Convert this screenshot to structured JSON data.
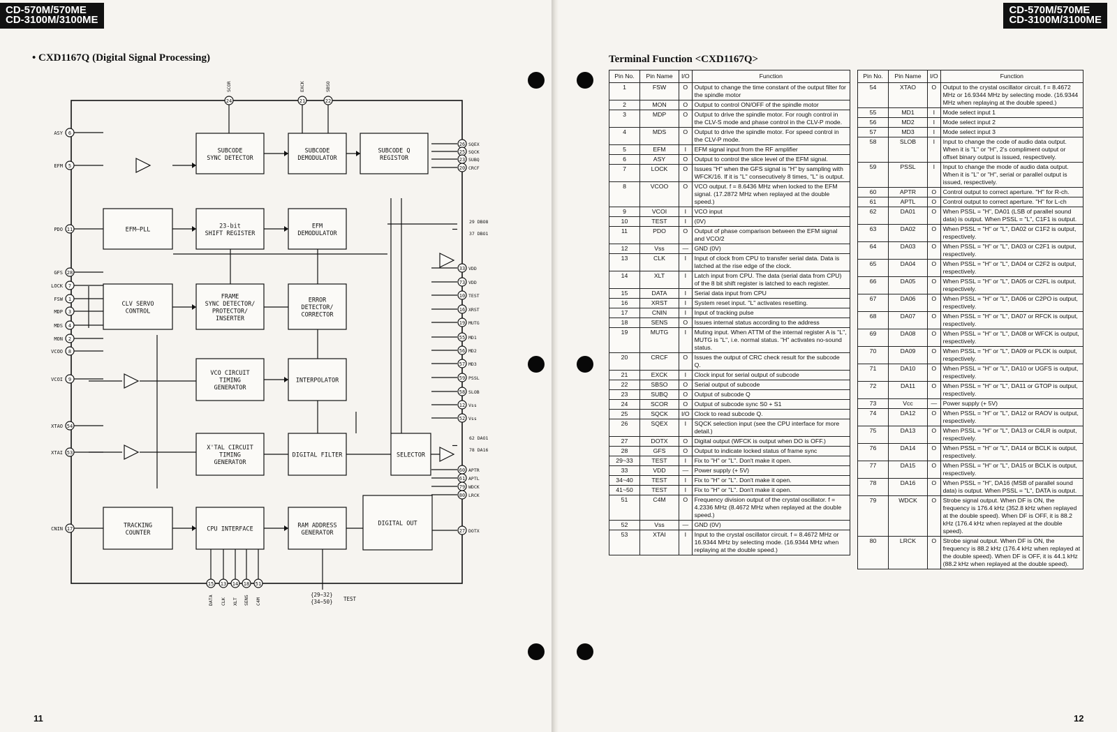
{
  "header": {
    "model_line1": "CD-570M/570ME",
    "model_line2": "CD-3100M/3100ME"
  },
  "left_page": {
    "title": "• CXD1167Q (Digital Signal Processing)",
    "page_number": "11",
    "blocks": {
      "subcode_sync": [
        "SUBCODE",
        "SYNC DETECTOR"
      ],
      "subcode_demod": [
        "SUBCODE",
        "DEMODULATOR"
      ],
      "subcode_q": [
        "SUBCODE Q",
        "REGISTOR"
      ],
      "efm_pll": [
        "EFM—PLL"
      ],
      "shift_reg": [
        "23-bit",
        "SHIFT REGISTER"
      ],
      "efm_demod": [
        "EFM",
        "DEMODULATOR"
      ],
      "clv_servo": [
        "CLV SERVO",
        "CONTROL"
      ],
      "frame_sync": [
        "FRAME",
        "SYNC DETECTOR/",
        "PROTECTOR/",
        "INSERTER"
      ],
      "error_det": [
        "ERROR",
        "DETECTOR/",
        "CORRECTOR"
      ],
      "vco_circuit": [
        "VCO CIRCUIT",
        "TIMING",
        "GENERATOR"
      ],
      "interpolator": [
        "INTERPOLATOR"
      ],
      "xtal_circuit": [
        "X'TAL CIRCUIT",
        "TIMING",
        "GENERATOR"
      ],
      "digital_filter": [
        "DIGITAL FILTER"
      ],
      "selector": [
        "SELECTOR"
      ],
      "tracking": [
        "TRACKING",
        "COUNTER"
      ],
      "cpu_interface": [
        "CPU INTERFACE"
      ],
      "ram_address": [
        "RAM ADDRESS",
        "GENERATOR"
      ],
      "digital_out": [
        "DIGITAL OUT"
      ]
    },
    "pins_left": [
      {
        "name": "ASY",
        "num": "6"
      },
      {
        "name": "EFM",
        "num": "5"
      },
      {
        "name": "PDO",
        "num": "11"
      },
      {
        "name": "GFS",
        "num": "28"
      },
      {
        "name": "LOCK",
        "num": "7"
      },
      {
        "name": "FSW",
        "num": "1"
      },
      {
        "name": "MDP",
        "num": "3"
      },
      {
        "name": "MDS",
        "num": "4"
      },
      {
        "name": "MON",
        "num": "2"
      },
      {
        "name": "VCOO",
        "num": "8"
      },
      {
        "name": "VCOI",
        "num": "9"
      },
      {
        "name": "XTAO",
        "num": "54"
      },
      {
        "name": "XTAI",
        "num": "53"
      },
      {
        "name": "CNIN",
        "num": "17"
      }
    ],
    "pins_right": [
      {
        "name": "SQEX",
        "num": "26"
      },
      {
        "name": "SQCK",
        "num": "25"
      },
      {
        "name": "SUBQ",
        "num": "23"
      },
      {
        "name": "CRCF",
        "num": "20"
      },
      {
        "name": "VDD",
        "num": "33"
      },
      {
        "name": "VDD",
        "num": "73"
      },
      {
        "name": "TEST",
        "num": "10"
      },
      {
        "name": "XRST",
        "num": "16"
      },
      {
        "name": "MUTG",
        "num": "19"
      },
      {
        "name": "MD1",
        "num": "55"
      },
      {
        "name": "MD2",
        "num": "56"
      },
      {
        "name": "MD3",
        "num": "57"
      },
      {
        "name": "PSSL",
        "num": "59"
      },
      {
        "name": "SLOB",
        "num": "58"
      },
      {
        "name": "Vss",
        "num": "12"
      },
      {
        "name": "Vss",
        "num": "52"
      },
      {
        "name": "APTR",
        "num": "60"
      },
      {
        "name": "APTL",
        "num": "61"
      },
      {
        "name": "WDCK",
        "num": "79"
      },
      {
        "name": "LRCK",
        "num": "80"
      },
      {
        "name": "DOTX",
        "num": "27"
      }
    ],
    "bus_labels": {
      "d0": [
        "29 DBO8",
        "37 DBO1"
      ],
      "da": [
        "62 DAO1",
        "78 DA16"
      ]
    },
    "pins_top": [
      {
        "name": "SCOR",
        "num": "24"
      },
      {
        "name": "EXCK",
        "num": "21"
      },
      {
        "name": "SBSO",
        "num": "22"
      }
    ],
    "pins_bottom": [
      {
        "name": "DATA",
        "num": "15"
      },
      {
        "name": "CLK",
        "num": "13"
      },
      {
        "name": "XLT",
        "num": "14"
      },
      {
        "name": "SENS",
        "num": "18"
      },
      {
        "name": "C4M",
        "num": "51"
      }
    ],
    "test_label": [
      "{29~32}",
      "{34~50}",
      "TEST"
    ]
  },
  "right_page": {
    "title": "Terminal Function <CXD1167Q>",
    "page_number": "12",
    "headers": [
      "Pin No.",
      "Pin Name",
      "I/O",
      "Function"
    ],
    "table_left": [
      [
        "1",
        "FSW",
        "O",
        "Output to change the time constant of the output filter for the spindle motor"
      ],
      [
        "2",
        "MON",
        "O",
        "Output to control ON/OFF of the spindle motor"
      ],
      [
        "3",
        "MDP",
        "O",
        "Output to drive the spindle motor. For rough control in the CLV-S mode and phase control in the CLV-P mode."
      ],
      [
        "4",
        "MDS",
        "O",
        "Output to drive the spindle motor. For speed control in the CLV-P mode."
      ],
      [
        "5",
        "EFM",
        "I",
        "EFM signal input from the RF amplifier"
      ],
      [
        "6",
        "ASY",
        "O",
        "Output to control the slice level of the EFM signal."
      ],
      [
        "7",
        "LOCK",
        "O",
        "Issues \"H\" when the GFS signal is \"H\" by sampling with WFCK/16. If it is \"L\" consecutively 8 times, \"L\" is output."
      ],
      [
        "8",
        "VCOO",
        "O",
        "VCO output. f = 8.6436 MHz when locked to the EFM signal. (17.2872 MHz when replayed at the double speed.)"
      ],
      [
        "9",
        "VCOI",
        "I",
        "VCO input"
      ],
      [
        "10",
        "TEST",
        "I",
        "(0V)"
      ],
      [
        "11",
        "PDO",
        "O",
        "Output of phase comparison between the EFM signal and VCO/2"
      ],
      [
        "12",
        "Vss",
        "—",
        "GND (0V)"
      ],
      [
        "13",
        "CLK",
        "I",
        "Input of clock from CPU to transfer serial data. Data is latched at the rise edge of the clock."
      ],
      [
        "14",
        "XLT",
        "I",
        "Latch input from CPU. The data (serial data from CPU) of the 8 bit shift register is latched to each register."
      ],
      [
        "15",
        "DATA",
        "I",
        "Serial data input from CPU"
      ],
      [
        "16",
        "XRST",
        "I",
        "System reset input. \"L\" activates resetting."
      ],
      [
        "17",
        "CNIN",
        "I",
        "Input of tracking pulse"
      ],
      [
        "18",
        "SENS",
        "O",
        "Issues internal status according to the address"
      ],
      [
        "19",
        "MUTG",
        "I",
        "Muting input. When ATTM of the internal register A is \"L\", MUTG is \"L\", i.e. normal status. \"H\" activates no-sound status."
      ],
      [
        "20",
        "CRCF",
        "O",
        "Issues the output of CRC check result for the subcode Q."
      ],
      [
        "21",
        "EXCK",
        "I",
        "Clock input for serial output of subcode"
      ],
      [
        "22",
        "SBSO",
        "O",
        "Serial output of subcode"
      ],
      [
        "23",
        "SUBQ",
        "O",
        "Output of subcode Q"
      ],
      [
        "24",
        "SCOR",
        "O",
        "Output of subcode sync S0 + S1"
      ],
      [
        "25",
        "SQCK",
        "I/O",
        "Clock to read subcode Q."
      ],
      [
        "26",
        "SQEX",
        "I",
        "SQCK selection input (see the CPU interface for more detail.)"
      ],
      [
        "27",
        "DOTX",
        "O",
        "Digital output (WFCK is output when DO is OFF.)"
      ],
      [
        "28",
        "GFS",
        "O",
        "Output to indicate locked status of frame sync"
      ],
      [
        "29~33",
        "TEST",
        "I",
        "Fix to \"H\" or \"L\". Don't make it open."
      ],
      [
        "33",
        "VDD",
        "—",
        "Power supply (+ 5V)"
      ],
      [
        "34~40",
        "TEST",
        "I",
        "Fix to \"H\" or \"L\". Don't make it open."
      ],
      [
        "41~50",
        "TEST",
        "I",
        "Fix to \"H\" or \"L\". Don't make it open."
      ],
      [
        "51",
        "C4M",
        "O",
        "Frequency division output of the crystal oscillator. f = 4.2336 MHz (8.4672 MHz when replayed at the double speed.)"
      ],
      [
        "52",
        "Vss",
        "—",
        "GND (0V)"
      ],
      [
        "53",
        "XTAI",
        "I",
        "Input to the crystal oscillator circuit. f = 8.4672 MHz or 16.9344 MHz by selecting mode. (16.9344 MHz when replaying at the double speed.)"
      ]
    ],
    "table_right": [
      [
        "54",
        "XTAO",
        "O",
        "Output to the crystal oscillator circuit. f = 8.4672 MHz or 16.9344 MHz by selecting mode. (16.9344 MHz when replaying at the double speed.)"
      ],
      [
        "55",
        "MD1",
        "I",
        "Mode select input 1"
      ],
      [
        "56",
        "MD2",
        "I",
        "Mode select input 2"
      ],
      [
        "57",
        "MD3",
        "I",
        "Mode select input 3"
      ],
      [
        "58",
        "SLOB",
        "I",
        "Input to change the code of audio data output. When it is \"L\" or \"H\", 2's compliment output or offset binary output is issued, respectively."
      ],
      [
        "59",
        "PSSL",
        "I",
        "Input to change the mode of audio data output. When it is \"L\" or \"H\", serial or parallel output is issued, respectively."
      ],
      [
        "60",
        "APTR",
        "O",
        "Control output to correct aperture. \"H\" for R-ch."
      ],
      [
        "61",
        "APTL",
        "O",
        "Control output to correct aperture. \"H\" for L-ch"
      ],
      [
        "62",
        "DA01",
        "O",
        "When PSSL = \"H\", DA01 (LSB of parallel sound data) is output. When PSSL = \"L\", C1F1 is output."
      ],
      [
        "63",
        "DA02",
        "O",
        "When PSSL = \"H\" or \"L\", DA02 or C1F2 is output, respectively."
      ],
      [
        "64",
        "DA03",
        "O",
        "When PSSL = \"H\" or \"L\", DA03 or C2F1 is output, respectively."
      ],
      [
        "65",
        "DA04",
        "O",
        "When PSSL = \"H\" or \"L\", DA04 or C2F2 is output, respectively."
      ],
      [
        "66",
        "DA05",
        "O",
        "When PSSL = \"H\" or \"L\", DA05 or C2FL is output, respectively."
      ],
      [
        "67",
        "DA06",
        "O",
        "When PSSL = \"H\" or \"L\", DA06 or C2PO is output, respectively."
      ],
      [
        "68",
        "DA07",
        "O",
        "When PSSL = \"H\" or \"L\", DA07 or RFCK is output, respectively."
      ],
      [
        "69",
        "DA08",
        "O",
        "When PSSL = \"H\" or \"L\", DA08 or WFCK is output, respectively."
      ],
      [
        "70",
        "DA09",
        "O",
        "When PSSL = \"H\" or \"L\", DA09 or PLCK is output, respectively."
      ],
      [
        "71",
        "DA10",
        "O",
        "When PSSL = \"H\" or \"L\", DA10 or UGFS is output, respectively."
      ],
      [
        "72",
        "DA11",
        "O",
        "When PSSL = \"H\" or \"L\", DA11 or GTOP is output, respectively."
      ],
      [
        "73",
        "Vcc",
        "—",
        "Power supply (+ 5V)"
      ],
      [
        "74",
        "DA12",
        "O",
        "When PSSL = \"H\" or \"L\", DA12 or RAOV is output, respectively."
      ],
      [
        "75",
        "DA13",
        "O",
        "When PSSL = \"H\" or \"L\", DA13 or C4LR is output, respectively."
      ],
      [
        "76",
        "DA14",
        "O",
        "When PSSL = \"H\" or \"L\", DA14 or BCLK is output, respectively."
      ],
      [
        "77",
        "DA15",
        "O",
        "When PSSL = \"H\" or \"L\", DA15 or BCLK is output, respectively."
      ],
      [
        "78",
        "DA16",
        "O",
        "When PSSL = \"H\", DA16 (MSB of parallel sound data) is output. When PSSL = \"L\", DATA is output."
      ],
      [
        "79",
        "WDCK",
        "O",
        "Strobe signal output. When DF is ON, the frequency is 176.4 kHz (352.8 kHz when replayed at the double speed). When DF is OFF, it is 88.2 kHz (176.4 kHz when replayed at the double speed)."
      ],
      [
        "80",
        "LRCK",
        "O",
        "Strobe signal output. When DF is ON, the frequency is 88.2 kHz (176.4 kHz when replayed at the double speed). When DF is OFF, it is 44.1 kHz (88.2 kHz when replayed at the double speed)."
      ]
    ]
  }
}
